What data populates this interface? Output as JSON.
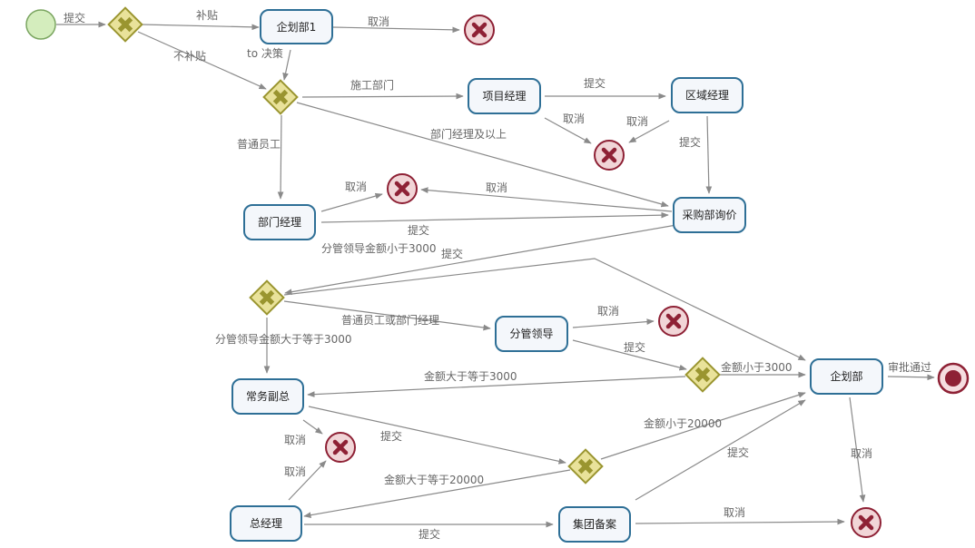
{
  "tasks": {
    "qihuabu1": "企划部1",
    "xiangmu_jingli": "项目经理",
    "quyu_jingli": "区域经理",
    "bumen_jingli": "部门经理",
    "caigou_xunjia": "采购部询价",
    "fenguan_lingdao": "分管领导",
    "changwu_fuzong": "常务副总",
    "zong_jingli": "总经理",
    "jituan_bei_an": "集团备案",
    "qihuabu": "企划部"
  },
  "flows": {
    "tijiao": "提交",
    "butie": "补贴",
    "bubutie": "不补贴",
    "quxiao": "取消",
    "to_juece": "to 决策",
    "shigong_bumen": "施工部门",
    "bumen_jingli_ji_yishang": "部门经理及以上",
    "putong_yuangong": "普通员工",
    "fenguan_xiaoyu_3000": "分管领导金额小于3000",
    "putong_huo_bumen": "普通员工或部门经理",
    "fenguan_dayu_3000": "分管领导金额大于等于3000",
    "jine_xiaoyu_3000": "金额小于3000",
    "jine_dayu_3000": "金额大于等于3000",
    "shenpi_tongguo": "审批通过",
    "jine_xiaoyu_20000": "金额小于20000",
    "jine_dayu_20000": "金额大于等于20000"
  },
  "colors": {
    "task_border": "#2e6f96",
    "gateway_fill": "#e9e29a",
    "gateway_border": "#9a9530",
    "cancel": "#8e2135",
    "start_fill": "#d4edbd",
    "flow_line": "#8a8a8a"
  },
  "icons": {
    "start": "start-event-icon",
    "end": "end-event-icon",
    "gateway": "exclusive-gateway-icon",
    "cancel": "cancel-event-icon"
  }
}
